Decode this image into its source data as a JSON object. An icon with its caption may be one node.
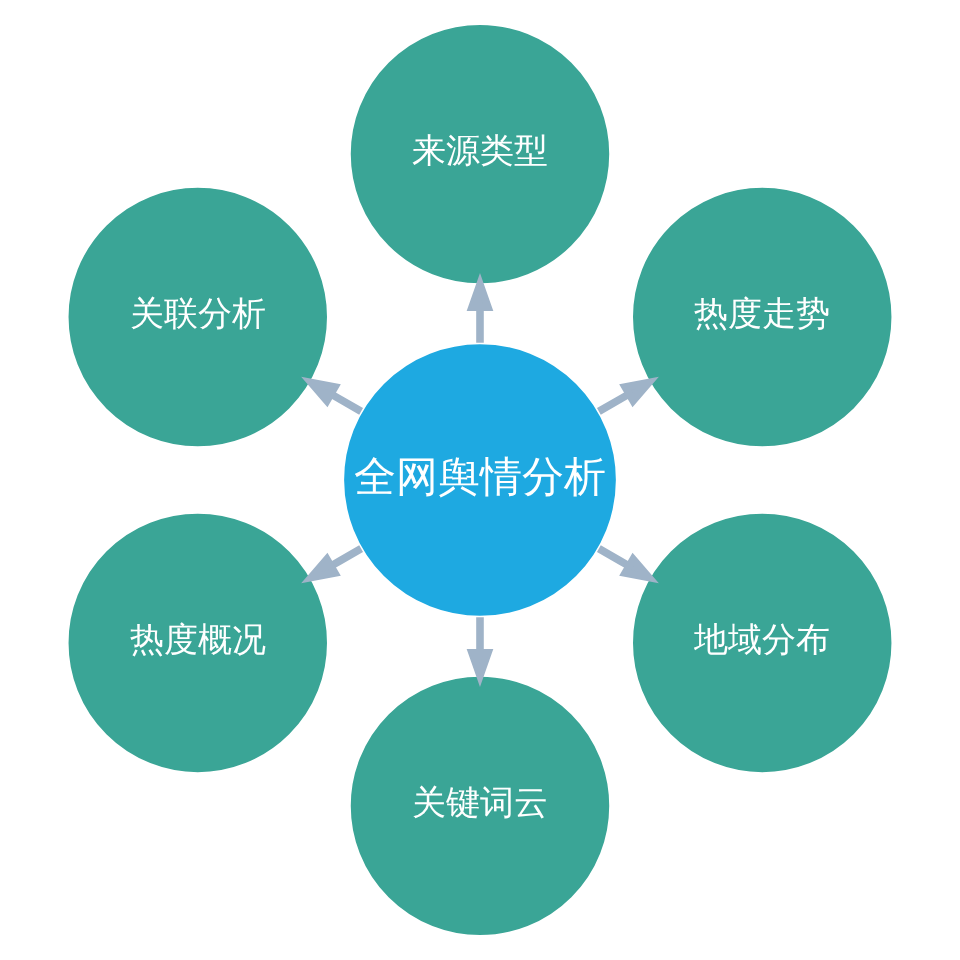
{
  "diagram": {
    "nodes": [
      {
        "text": [
          "全网舆情分析"
        ]
      },
      {
        "text": [
          "热度走势"
        ]
      },
      {
        "text": [
          "来源类型"
        ]
      },
      {
        "text": [
          "关联分析"
        ]
      },
      {
        "text": [
          "热度概况"
        ]
      },
      {
        "text": [
          "关键词云"
        ]
      },
      {
        "text": [
          "地域分布"
        ]
      }
    ],
    "edges": [
      {
        "from": 0,
        "to": 1,
        "arrow": "to"
      },
      {
        "from": 0,
        "to": 2,
        "arrow": "to"
      },
      {
        "from": 0,
        "to": 3,
        "arrow": "to"
      },
      {
        "from": 0,
        "to": 4,
        "arrow": "to"
      },
      {
        "from": 0,
        "to": 5,
        "arrow": "to"
      },
      {
        "from": 0,
        "to": 6,
        "arrow": "to"
      }
    ]
  }
}
